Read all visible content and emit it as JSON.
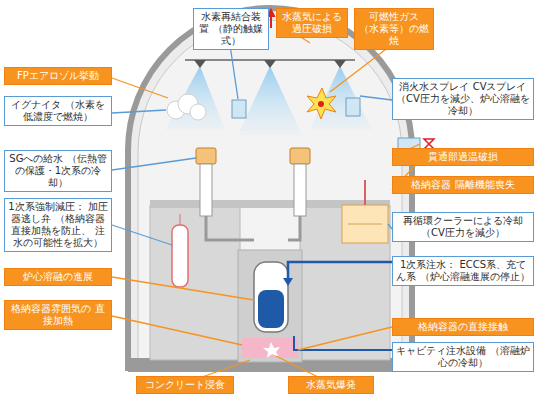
{
  "diagram": {
    "nodes": [
      {
        "text": [
          "水素再結合装置 （静的触媒式）"
        ]
      },
      {
        "text": [
          "水蒸気による 過圧破損"
        ]
      },
      {
        "text": [
          "可燃性ガス （水素等）の燃焼"
        ]
      },
      {
        "text": [
          "FPエアロゾル挙動"
        ]
      },
      {
        "text": [
          "イグナイタ （水素を低濃度で燃焼）"
        ]
      },
      {
        "text": [
          "SGへの給水 （伝熱管の保護・1次系の冷却）"
        ]
      },
      {
        "text": [
          "1次系強制減圧： 加圧器逃し弁 （格納容器直接加熱を防止、 注水の可能性を拡大）"
        ]
      },
      {
        "text": [
          "炉心溶融の進展"
        ]
      },
      {
        "text": [
          "格納容器雰囲気の 直接加熱"
        ]
      },
      {
        "text": [
          "消火水スプレイ CVスプレイ （CV圧力を減少、炉心溶融を冷却）"
        ]
      },
      {
        "text": [
          "貫通部過温破損"
        ]
      },
      {
        "text": [
          "格納容器 隔離機能喪失"
        ]
      },
      {
        "text": [
          "再循環クーラーによる冷却 （CV圧力を減少）"
        ]
      },
      {
        "text": [
          "1次系注水： ECCS系、充てん系 （炉心溶融進展の停止）"
        ]
      },
      {
        "text": [
          "格納容器の直接接触"
        ]
      },
      {
        "text": [
          "キャビティ注水設備 （溶融炉心の冷却）"
        ]
      },
      {
        "text": [
          "コンクリート浸食"
        ]
      },
      {
        "text": [
          "水蒸気爆発"
        ]
      }
    ]
  }
}
